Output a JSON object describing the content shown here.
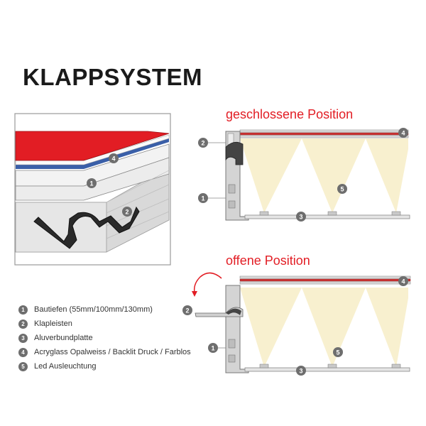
{
  "title": "KLAPPSYSTEM",
  "positions": {
    "closed": "geschlossene Position",
    "open": "offene Position"
  },
  "legend": [
    {
      "num": "1",
      "text": "Bautiefen (55mm/100mm/130mm)"
    },
    {
      "num": "2",
      "text": "Klapleisten"
    },
    {
      "num": "3",
      "text": "Aluverbundplatte"
    },
    {
      "num": "4",
      "text": "Acryglass Opalweiss / Backlit Druck / Farblos"
    },
    {
      "num": "5",
      "text": "Led Ausleuchtung"
    }
  ],
  "colors": {
    "accent_red": "#e21d24",
    "badge_gray": "#6e6e6e",
    "light_beam": "#f8f0cf",
    "profile_gray": "#cfcfcf",
    "acrylic_blue": "#3a5fa8"
  }
}
